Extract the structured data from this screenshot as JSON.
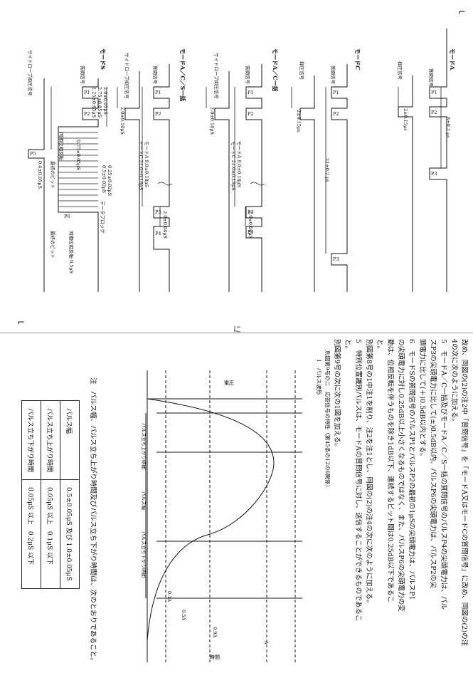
{
  "page": {
    "corner_mark": "⌐",
    "bottom_corner": "⌐",
    "center_mark": "に"
  },
  "top_diagram": {
    "modes": [
      "モードA",
      "モードC",
      "モードA／C一括",
      "モードA／C／S一括",
      "モードS"
    ],
    "labels": {
      "question_signal": "質問信号",
      "suppression_signal": "抑圧信号",
      "sidelobe_suppression": "サイドローブ抑圧信号",
      "p1": "P1",
      "p2": "P2",
      "p3": "P3",
      "p4": "P4",
      "p5": "P5",
      "p6": "P6",
      "a_8": "8±0.2 μs",
      "a_2": "2±0.15μs",
      "c_21": "21±0.2 μs",
      "c_2": "2±0.15μs",
      "ac_mode_a": "モードA 8.0±0.18μS",
      "ac_mode_c": "モードC 21.0±0.18μS",
      "ac_2": "2.0±0.10μS",
      "ac_p4": "2.0±0.04μS",
      "acs_mode_a": "モードA 8.0±0.18μS",
      "acs_mode_c": "モードC 21.0±0.18μS",
      "acs_2": "2.0±0.10μS",
      "acs_p4": "2.0±0.04μS",
      "s_2": "2.0±0.05μS",
      "s_275": "2.75±0.05μS",
      "s_125": "1.25±0.05μS",
      "s_175": "0.75±0.05μS",
      "s_025": "0.25±0.02μS",
      "s_05": "0.5±0.02μS",
      "s_phase": "同期位相反転",
      "s_data": "データブロック",
      "s_first": "最初のビット",
      "s_last": "最終のビット",
      "s_chip": "0.4±0.05μS",
      "s_sync": "同期位相反転 0.5μS"
    }
  },
  "text": {
    "para_top_1": "改め、同図の(2)の注2中「質問信号」を「モードA又はモードCの質問信号」に改め、同図の(2)の注",
    "para_top_2": "4の次に次のように加える。",
    "item5_1": "5　モードA／C一括及びモードA／C／S一括の質問信号のパルスP4の尖頭電力は、パル",
    "item5_2": "スP3の尖頭電力に比して(±)0.5dB以内、パルスP6の尖頭電力は、パルスP2の尖",
    "item5_3": "頭電力に比して(＋)0.5dB以内とする。",
    "item6_1": "6　モードSの質問信号のパルスP1とパルスP2の最初の1μSの尖頭電力は、パルスP1",
    "item6_2": "の尖頭電力に対し0.25dB以上小さくなるものではなく、また、パルスP6の尖頭電力の変",
    "item6_3": "動は、位相反転を伴うものを除き1dB以下、連続するビット間は0.25dB以下であるこ",
    "item6_4": "と。",
    "para_a_1": "別図第8号の1中注1を削り、注2を注1とし、同図の(2)の注4の次に次のように加える。",
    "para_a_2": "5　特別位置識別パルスは、モードAの質問信号に対し、送信することができるものであるこ",
    "para_a_3": "と。",
    "para_b_1": "別図第9号の次に次の1図を加える。",
    "fig_title": "別図第9号の二　応答信号の特性（第45条の12の6関係）",
    "fig_sub": "1　パルス波形",
    "note": "注　パルス幅、パルス立ち上がり時間及びパルス立ち下がり時間は、次のとおりであること。"
  },
  "waveform": {
    "y_axis": "電圧",
    "x_axis": "時間",
    "level_labels": [
      "0.1A",
      "0.5A",
      "0.9A",
      "A"
    ],
    "rise_label": "パルス立ち上がり時間",
    "width_label": "パルス幅",
    "fall_label": "パルス立ち下がり時間"
  },
  "spec_table": {
    "rows": [
      {
        "name": "パルス幅",
        "value": "0.5±0.05μS 及び 1.0±0.05μS"
      },
      {
        "name": "パルス立ち上がり時間",
        "value": "0.05μS 以上　0.1μS 以下"
      },
      {
        "name": "パルス立ち下がり時間",
        "value": "0.05μS 以上　0.2μS 以下"
      }
    ]
  }
}
